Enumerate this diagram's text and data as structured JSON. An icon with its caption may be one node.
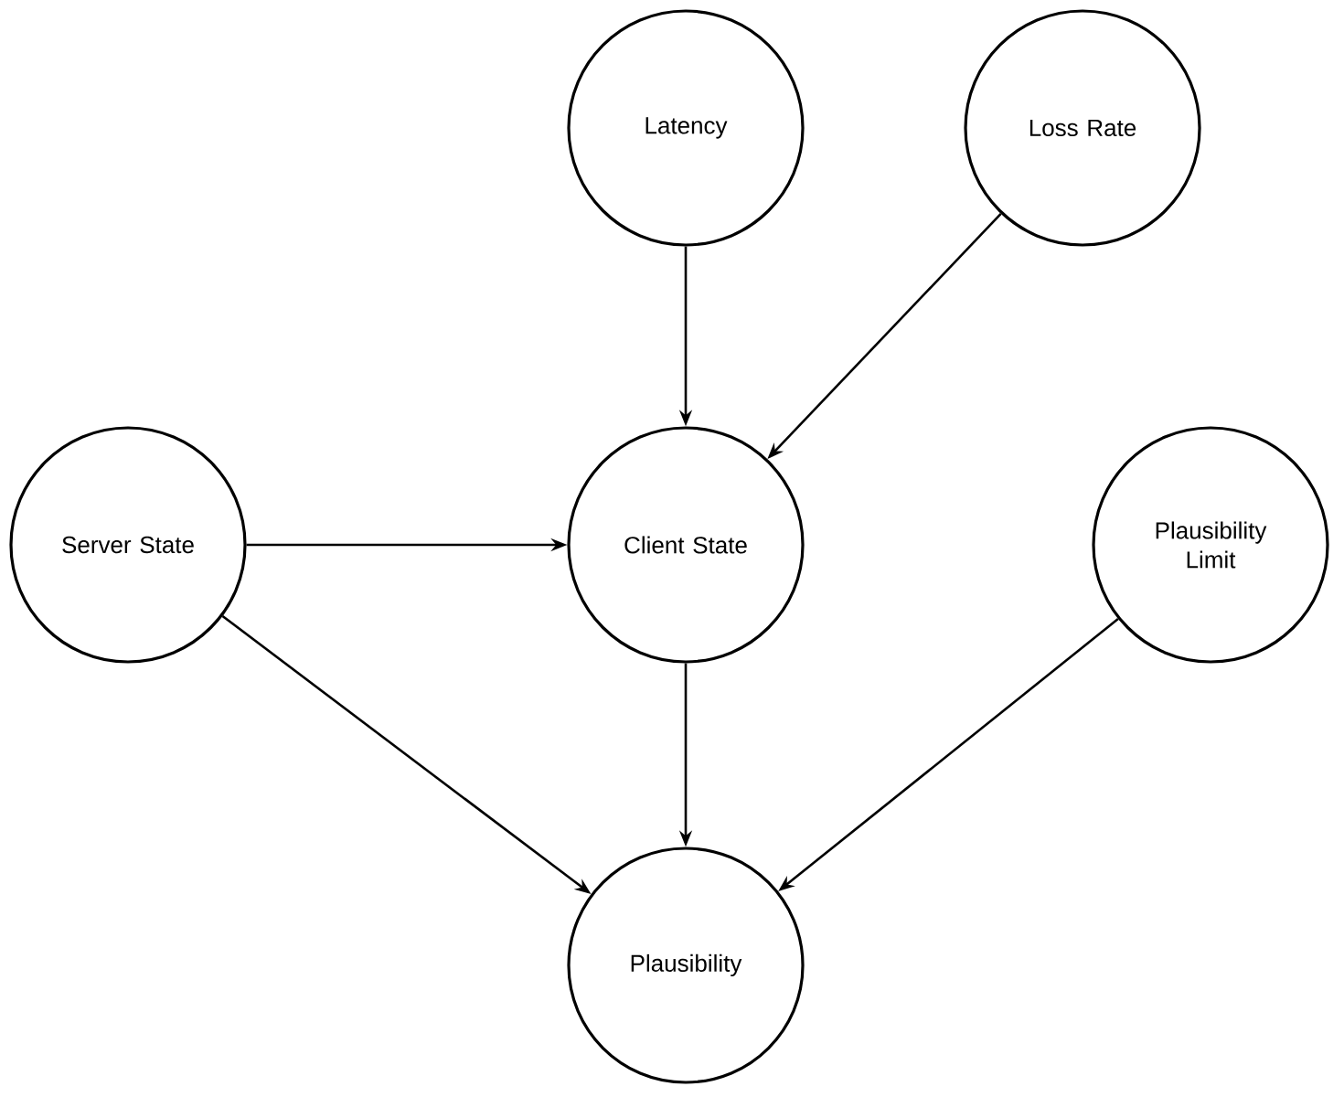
{
  "diagram": {
    "nodes": [
      {
        "text": [
          "Latency"
        ]
      },
      {
        "text": [
          "Loss Rate"
        ]
      },
      {
        "text": [
          "Server State"
        ]
      },
      {
        "text": [
          "Client State"
        ]
      },
      {
        "text": [
          "Plausibility Limit"
        ]
      },
      {
        "text": [
          "Plausibility"
        ]
      }
    ],
    "edges": [
      {
        "from": 0,
        "to": 3,
        "arrow": "to"
      },
      {
        "from": 1,
        "to": 3,
        "arrow": "to"
      },
      {
        "from": 2,
        "to": 3,
        "arrow": "to"
      },
      {
        "from": 2,
        "to": 5,
        "arrow": "to"
      },
      {
        "from": 3,
        "to": 5,
        "arrow": "to"
      },
      {
        "from": 4,
        "to": 5,
        "arrow": "to"
      }
    ]
  }
}
